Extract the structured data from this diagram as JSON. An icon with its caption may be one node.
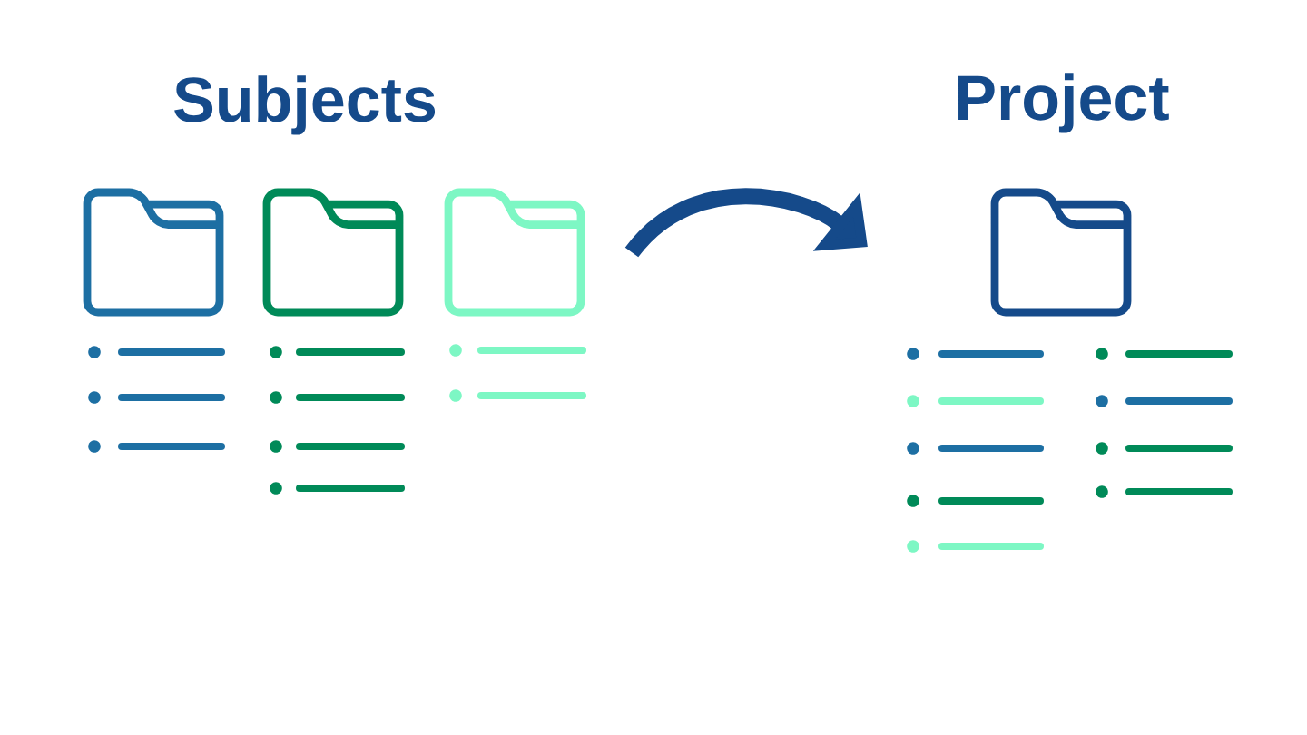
{
  "diagram": {
    "nodes": [
      {
        "text": [
          "Subjects"
        ]
      },
      {
        "text": [],
        "shape": "folder",
        "in": 0
      },
      {
        "text": [],
        "shape": "folder",
        "in": 0
      },
      {
        "text": [],
        "shape": "folder",
        "in": 0
      },
      {
        "text": [
          "Project"
        ]
      },
      {
        "text": [],
        "shape": "folder",
        "in": 4
      }
    ],
    "edges": [
      {
        "from": 0,
        "to": 4,
        "arrow": "to"
      }
    ],
    "labels": []
  }
}
